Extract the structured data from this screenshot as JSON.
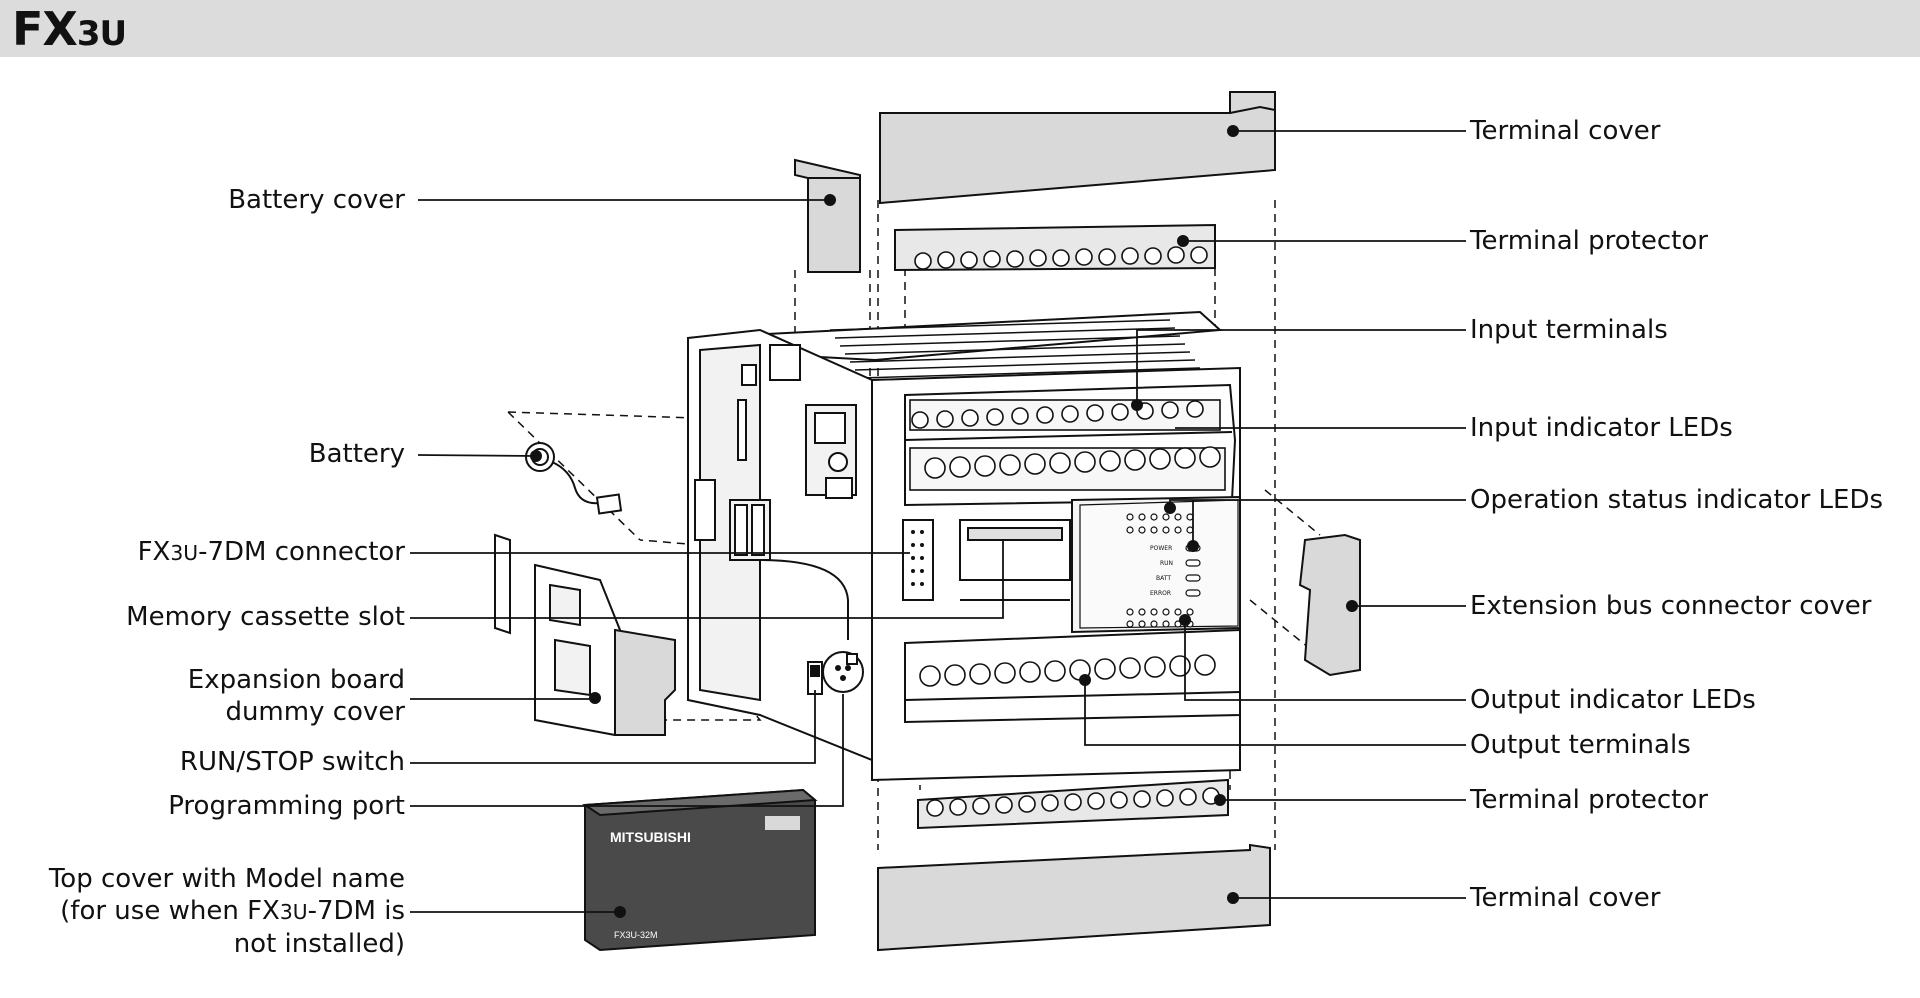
{
  "title": {
    "main": "FX",
    "sub": "3U"
  },
  "labels_left": [
    {
      "id": "battery-cover",
      "text": "Battery cover"
    },
    {
      "id": "battery",
      "text": "Battery"
    },
    {
      "id": "fx3u-7dm-connector",
      "prefix": "FX",
      "small": "3U",
      "rest": "-7DM connector"
    },
    {
      "id": "memory-cassette-slot",
      "text": "Memory cassette slot"
    },
    {
      "id": "expansion-board-dummy-cover",
      "line1": "Expansion board",
      "line2": "dummy cover"
    },
    {
      "id": "run-stop-switch",
      "text": "RUN/STOP switch"
    },
    {
      "id": "programming-port",
      "text": "Programming port"
    },
    {
      "id": "top-cover-model-name",
      "line1": "Top cover with Model name",
      "line2_prefix": "(for use when FX",
      "line2_small": "3U",
      "line2_rest": "-7DM is",
      "line3": "not installed)"
    }
  ],
  "labels_right": [
    {
      "id": "terminal-cover-top",
      "text": "Terminal cover"
    },
    {
      "id": "terminal-protector-top",
      "text": "Terminal protector"
    },
    {
      "id": "input-terminals",
      "text": "Input terminals"
    },
    {
      "id": "input-indicator-leds",
      "text": "Input indicator LEDs"
    },
    {
      "id": "operation-status-indicator-leds",
      "text": "Operation status indicator LEDs"
    },
    {
      "id": "extension-bus-connector-cover",
      "text": "Extension bus connector cover"
    },
    {
      "id": "output-indicator-leds",
      "text": "Output indicator LEDs"
    },
    {
      "id": "output-terminals",
      "text": "Output terminals"
    },
    {
      "id": "terminal-protector-bottom",
      "text": "Terminal protector"
    },
    {
      "id": "terminal-cover-bottom",
      "text": "Terminal cover"
    }
  ],
  "device_text": {
    "brand": "MITSUBISHI",
    "model": "FX3U-32M",
    "status": [
      "POWER",
      "RUN",
      "BATT",
      "ERROR"
    ]
  },
  "colors": {
    "title_bar": "#dcdcdc",
    "cover_gray": "#d9d9d9",
    "top_cover_dark": "#4a4a4a"
  }
}
